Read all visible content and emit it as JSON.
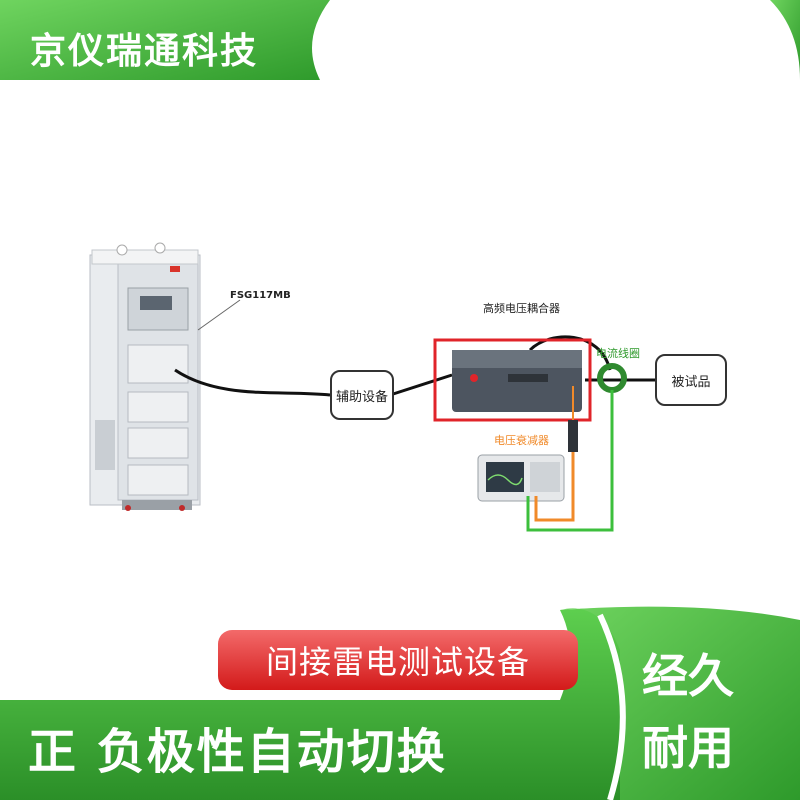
{
  "brand": {
    "name": "京仪瑞通科技"
  },
  "diagram": {
    "generator_label": "FSG117MB",
    "coupler_label": "高频电压耦合器",
    "aux_device_label": "辅助设备",
    "current_coil_label": "电流线圈",
    "eut_label": "被试品",
    "attenuator_label": "电压衰减器"
  },
  "banner": {
    "title": "间接雷电测试设备",
    "feature": "正 负极性自动切换",
    "side_top": "经久",
    "side_bottom": "耐用"
  },
  "colors": {
    "green": "#4fc24a",
    "green_dark": "#2f9a2c",
    "red_box": "#e0242a",
    "orange_wire": "#f08a2a",
    "green_wire": "#3cbf3c"
  }
}
